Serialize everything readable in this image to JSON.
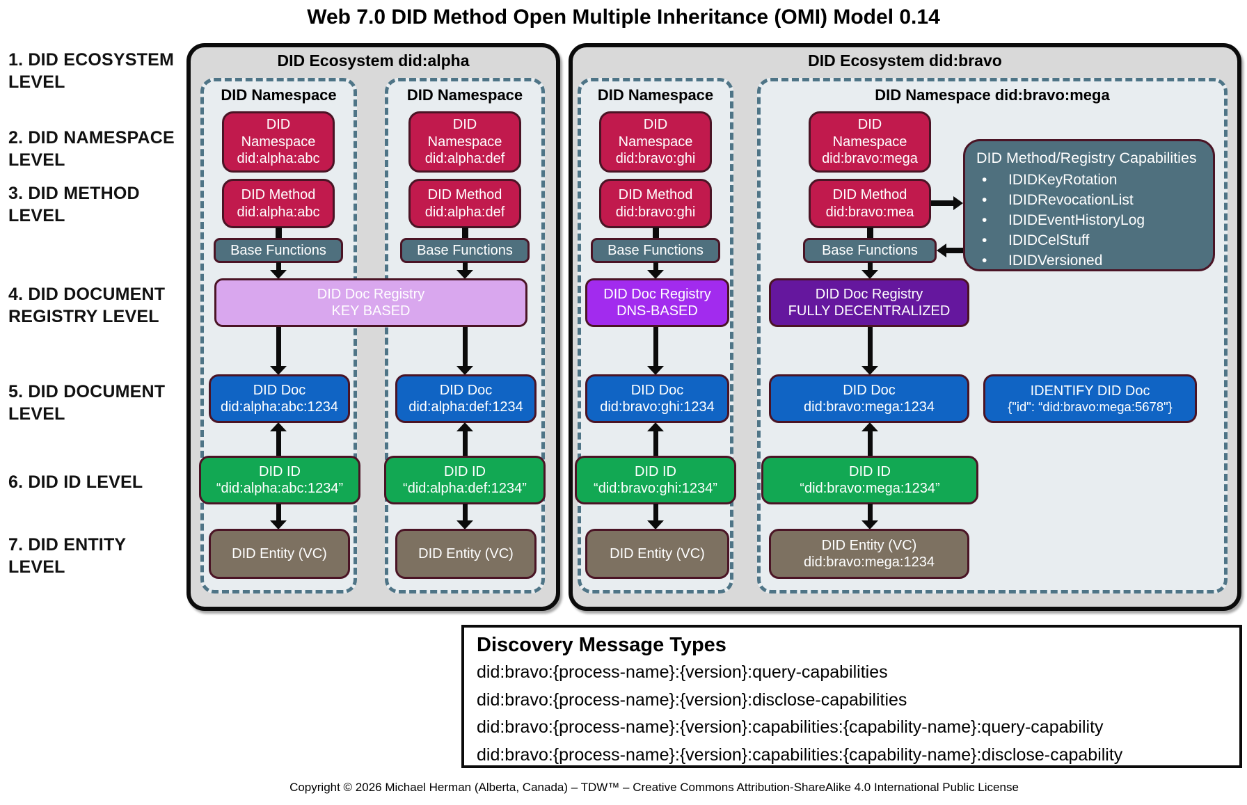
{
  "page": {
    "title": "Web 7.0 DID Method Open Multiple Inheritance (OMI) Model 0.14",
    "copyright": "Copyright © 2026 Michael Herman (Alberta, Canada) – TDW™ – Creative Commons Attribution-ShareAlike 4.0 International Public License"
  },
  "levels": [
    "1. DID ECOSYSTEM LEVEL",
    "2. DID NAMESPACE LEVEL",
    "3. DID METHOD LEVEL",
    "4. DID DOCUMENT REGISTRY LEVEL",
    "5. DID DOCUMENT LEVEL",
    "6. DID ID LEVEL",
    "7. DID ENTITY LEVEL"
  ],
  "ecosystems": {
    "alpha": {
      "title": "DID Ecosystem did:alpha"
    },
    "bravo": {
      "title": "DID Ecosystem did:bravo"
    }
  },
  "columns": {
    "alpha_abc": {
      "header": "DID Namespace",
      "namespace_label": "DID Namespace",
      "namespace_value": "did:alpha:abc",
      "method_label": "DID Method",
      "method_value": "did:alpha:abc",
      "base_functions": "Base Functions",
      "doc_label": "DID Doc",
      "doc_value": "did:alpha:abc:1234",
      "id_label": "DID ID",
      "id_value": "“did:alpha:abc:1234”",
      "entity_label": "DID Entity (VC)"
    },
    "alpha_def": {
      "header": "DID Namespace",
      "namespace_label": "DID Namespace",
      "namespace_value": "did:alpha:def",
      "method_label": "DID Method",
      "method_value": "did:alpha:def",
      "base_functions": "Base Functions",
      "doc_label": "DID Doc",
      "doc_value": "did:alpha:def:1234",
      "id_label": "DID ID",
      "id_value": "“did:alpha:def:1234”",
      "entity_label": "DID Entity (VC)"
    },
    "bravo_ghi": {
      "header": "DID Namespace",
      "namespace_label": "DID Namespace",
      "namespace_value": "did:bravo:ghi",
      "method_label": "DID Method",
      "method_value": "did:bravo:ghi",
      "base_functions": "Base Functions",
      "doc_label": "DID Doc",
      "doc_value": "did:bravo:ghi:1234",
      "id_label": "DID ID",
      "id_value": "“did:bravo:ghi:1234”",
      "entity_label": "DID Entity (VC)"
    },
    "bravo_mega": {
      "header": "DID Namespace did:bravo:mega",
      "namespace_label": "DID Namespace",
      "namespace_value": "did:bravo:mega",
      "method_label": "DID Method",
      "method_value": "did:bravo:mea",
      "base_functions": "Base Functions",
      "doc_label": "DID Doc",
      "doc_value": "did:bravo:mega:1234",
      "id_label": "DID ID",
      "id_value": "“did:bravo:mega:1234”",
      "entity_label": "DID Entity (VC)",
      "entity_value": "did:bravo:mega:1234"
    }
  },
  "registries": {
    "key_based": {
      "line1": "DID Doc Registry",
      "line2": "KEY BASED"
    },
    "dns_based": {
      "line1": "DID Doc Registry",
      "line2": "DNS-BASED"
    },
    "fully_decentralized": {
      "line1": "DID Doc Registry",
      "line2": "FULLY DECENTRALIZED"
    }
  },
  "capabilities": {
    "title": "DID Method/Registry Capabilities",
    "items": [
      "IDIDKeyRotation",
      "IDIDRevocationList",
      "IDIDEventHistoryLog",
      "IDIDCelStuff",
      "IDIDVersioned"
    ]
  },
  "identify_doc": {
    "line1": "IDENTIFY DID Doc",
    "line2": "{\"id\": “did:bravo:mega:5678\"}"
  },
  "discovery": {
    "title": "Discovery Message Types",
    "lines": [
      "did:bravo:{process-name}:{version}:query-capabilities",
      "did:bravo:{process-name}:{version}:disclose-capabilities",
      "did:bravo:{process-name}:{version}:capabilities:{capability-name}:query-capability",
      "did:bravo:{process-name}:{version}:capabilities:{capability-name}:disclose-capability"
    ]
  },
  "colors": {
    "crimson": "#C11A4D",
    "slate": "#4F707E",
    "lavender": "#D9A7EE",
    "bright_purple": "#A22BEE",
    "dark_purple": "#65179E",
    "blue": "#1064C4",
    "green": "#12A853",
    "brown": "#7D7161",
    "box_border": "#4A1425",
    "ecosystem_fill": "#D9D9D9",
    "namespace_fill": "#E8EDF0",
    "dash_border": "#4E7486"
  }
}
